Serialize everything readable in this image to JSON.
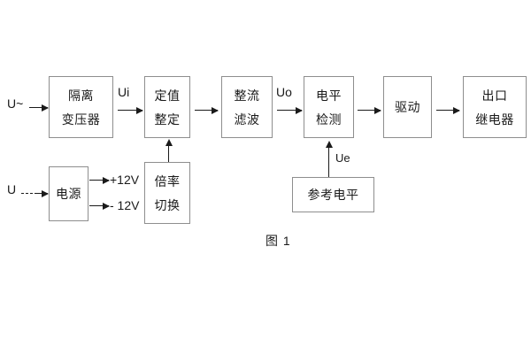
{
  "figure": {
    "caption": "图 1",
    "background_color": "#ffffff",
    "line_color": "#1a1a1a",
    "box_border_color": "#8e8e8e"
  },
  "blocks": [
    {
      "id": "isolation-transformer",
      "lines": [
        "隔离",
        "变压器"
      ]
    },
    {
      "id": "setting-value",
      "lines": [
        "定值",
        "整定"
      ]
    },
    {
      "id": "rectify-filter",
      "lines": [
        "整流",
        "滤波"
      ]
    },
    {
      "id": "level-detect",
      "lines": [
        "电平",
        "检测"
      ]
    },
    {
      "id": "drive",
      "lines": [
        "驱动"
      ]
    },
    {
      "id": "output-relay",
      "lines": [
        "出口",
        "继电器"
      ]
    },
    {
      "id": "power-supply",
      "lines": [
        "电源"
      ]
    },
    {
      "id": "multiplier-switch",
      "lines": [
        "倍率",
        "切换"
      ]
    },
    {
      "id": "reference-level",
      "lines": [
        "参考电平"
      ]
    }
  ],
  "labels": {
    "input_ac": "U~",
    "input_dc": "U",
    "signal_ui": "Ui",
    "signal_uo": "Uo",
    "signal_ue": "Ue",
    "rail_positive": "+12V",
    "rail_negative": "- 12V"
  }
}
